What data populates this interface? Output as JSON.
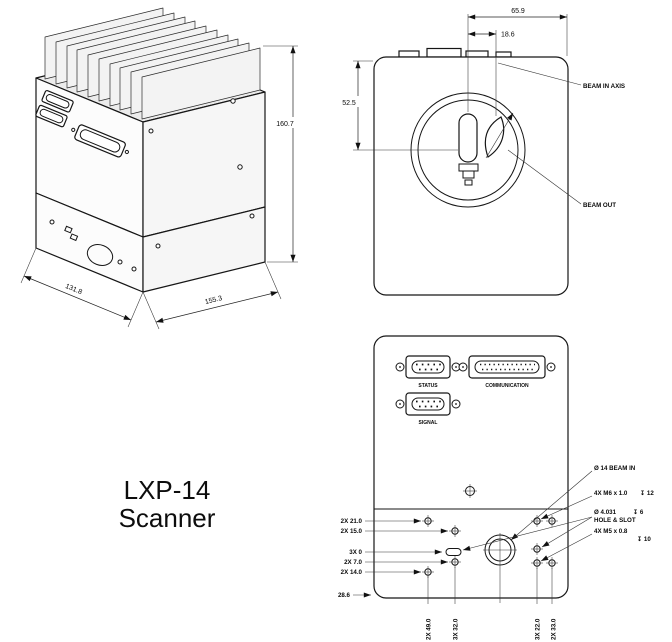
{
  "title": {
    "line1": "LXP-14",
    "line2": "Scanner"
  },
  "iso_view": {
    "dim_height": "160.7",
    "dim_width": "155.3",
    "dim_depth": "131.8"
  },
  "front_view": {
    "dim_overall": "65.9",
    "dim_beam_offset": "18.6",
    "dim_vertical": "52.5",
    "beam_in_axis_label": "BEAM IN AXIS",
    "beam_out_label": "BEAM OUT"
  },
  "bottom_view": {
    "connectors": {
      "status": "STATUS",
      "communication": "COMMUNICATION",
      "signal": "SIGNAL"
    },
    "callouts": {
      "beam_in": "Ø 14 BEAM IN",
      "m6": "4X M6 x 1.0",
      "m6_depth": "↧ 12",
      "hole_dia": "Ø 4.031",
      "hole_depth": "↧ 6",
      "hole_slot": "HOLE & SLOT",
      "m5": "4X M5 x 0.8",
      "m5_depth": "↧ 10"
    },
    "left_dims": [
      "2X 21.0",
      "2X 15.0",
      "3X 0",
      "2X 7.0",
      "2X 14.0",
      "28.6"
    ],
    "bottom_dims": [
      "2X 49.0",
      "3X 32.0",
      "3X 22.0",
      "2X 33.0"
    ]
  }
}
